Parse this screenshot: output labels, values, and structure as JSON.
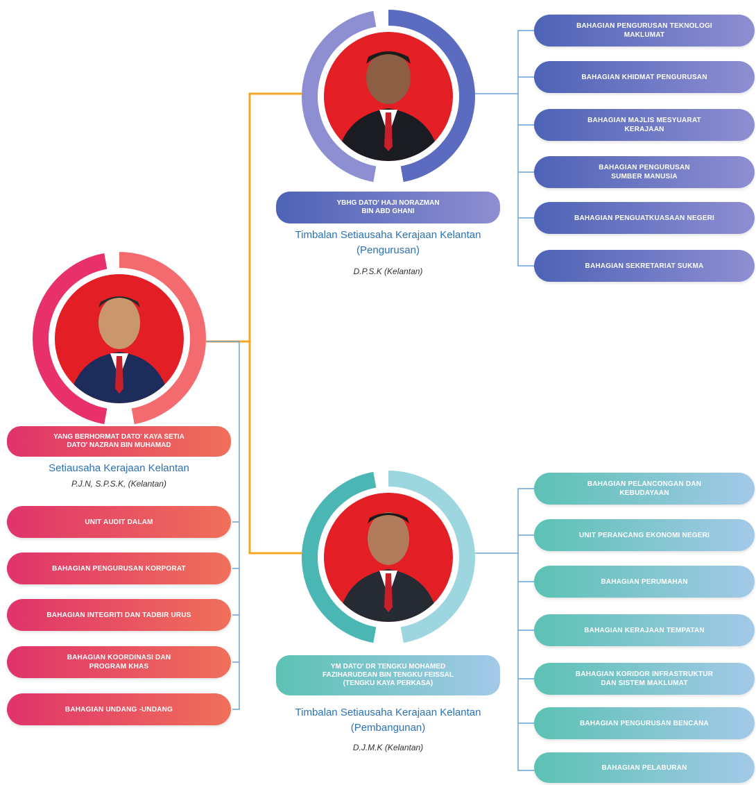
{
  "colors": {
    "connector_orange": "#f5a623",
    "connector_blue": "#6aa0d8",
    "red_accent": "#e41e25"
  },
  "chief": {
    "name": "YANG BERHORMAT DATO' KAYA SETIA\nDATO'  NAZRAN BIN MUHAMAD",
    "title": "Setiausaha Kerajaan Kelantan",
    "honours": "P.J.N, S.P.S.K, (Kelantan)",
    "units": [
      "UNIT AUDIT DALAM",
      "BAHAGIAN PENGURUSAN KORPORAT",
      "BAHAGIAN INTEGRITI DAN TADBIR URUS",
      "BAHAGIAN KOORDINASI DAN\nPROGRAM KHAS",
      "BAHAGIAN UNDANG -UNDANG"
    ]
  },
  "deputy_management": {
    "name": "YBHG DATO' HAJI NORAZMAN\nBIN ABD GHANI",
    "title_line1": "Timbalan Setiausaha Kerajaan Kelantan",
    "title_line2": "(Pengurusan)",
    "honours": "D.P.S.K (Kelantan)",
    "units": [
      "BAHAGIAN PENGURUSAN TEKNOLOGI\nMAKLUMAT",
      "BAHAGIAN KHIDMAT PENGURUSAN",
      "BAHAGIAN MAJLIS MESYUARAT\nKERAJAAN",
      "BAHAGIAN PENGURUSAN\nSUMBER MANUSIA",
      "BAHAGIAN PENGUATKUASAAN NEGERI",
      "BAHAGIAN SEKRETARIAT SUKMA"
    ]
  },
  "deputy_development": {
    "name": "YM DATO' DR TENGKU MOHAMED\nFAZIHARUDEAN  BIN TENGKU FEISSAL\n(TENGKU KAYA PERKASA)",
    "title_line1": "Timbalan Setiausaha Kerajaan Kelantan",
    "title_line2": "(Pembangunan)",
    "honours": "D.J.M.K (Kelantan)",
    "units": [
      "BAHAGIAN PELANCONGAN DAN\nKEBUDAYAAN",
      "UNIT PERANCANG EKONOMI NEGERI",
      "BAHAGIAN PERUMAHAN",
      "BAHAGIAN KERAJAAN TEMPATAN",
      "BAHAGIAN KORIDOR INFRASTRUKTUR\nDAN SISTEM MAKLUMAT",
      "BAHAGIAN PENGURUSAN BENCANA",
      "BAHAGIAN PELABURAN"
    ]
  }
}
